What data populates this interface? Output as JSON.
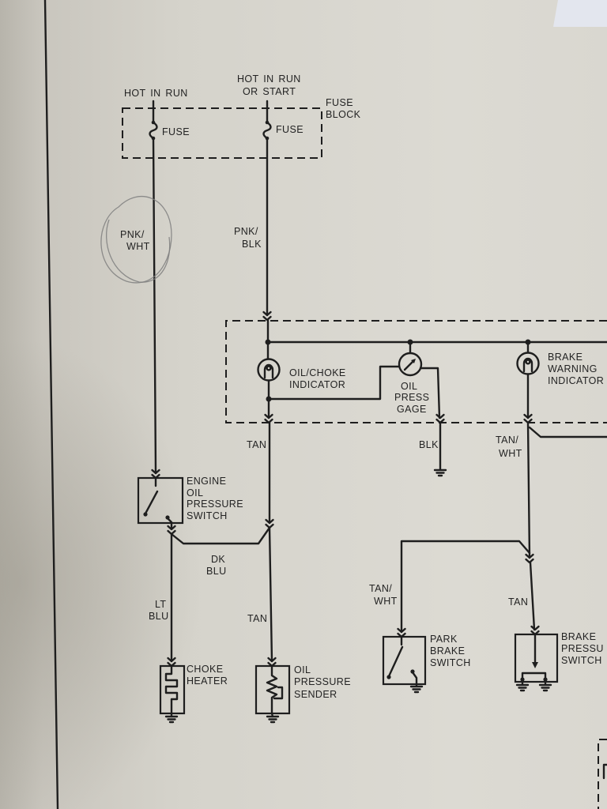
{
  "supply": {
    "left_label": "HOT IN RUN",
    "right_label": [
      "HOT IN RUN",
      "OR START"
    ]
  },
  "fuse_block": {
    "label": [
      "FUSE",
      "BLOCK"
    ],
    "left_fuse": "FUSE",
    "right_fuse": "FUSE"
  },
  "wires": {
    "left_feed": [
      "PNK/",
      "WHT"
    ],
    "right_feed": [
      "PNK/",
      "BLK"
    ],
    "indicator_out": "TAN",
    "gage_ground": "BLK",
    "brake_indicator_out": [
      "TAN/",
      "WHT"
    ],
    "switch_link": [
      "DK",
      "BLU"
    ],
    "choke_feed": [
      "LT",
      "BLU"
    ],
    "sender_feed": "TAN",
    "park_brake_feed": [
      "TAN/",
      "WHT"
    ],
    "brake_pressure_feed": "TAN"
  },
  "components": {
    "oil_choke_indicator": [
      "OIL/CHOKE",
      "INDICATOR"
    ],
    "oil_press_gage": [
      "OIL",
      "PRESS",
      "GAGE"
    ],
    "brake_warning_indicator": [
      "BRAKE",
      "WARNING",
      "INDICATOR"
    ],
    "engine_oil_pressure_switch": [
      "ENGINE",
      "OIL",
      "PRESSURE",
      "SWITCH"
    ],
    "choke_heater": [
      "CHOKE",
      "HEATER"
    ],
    "oil_pressure_sender": [
      "OIL",
      "PRESSURE",
      "SENDER"
    ],
    "park_brake_switch": [
      "PARK",
      "BRAKE",
      "SWITCH"
    ],
    "brake_pressure_switch": [
      "BRAKE",
      "PRESSU",
      "SWITCH"
    ]
  },
  "colors": {
    "paper": "#d8d6cf",
    "ink": "#1e1e1e",
    "pencil": "#7f7f7f"
  }
}
